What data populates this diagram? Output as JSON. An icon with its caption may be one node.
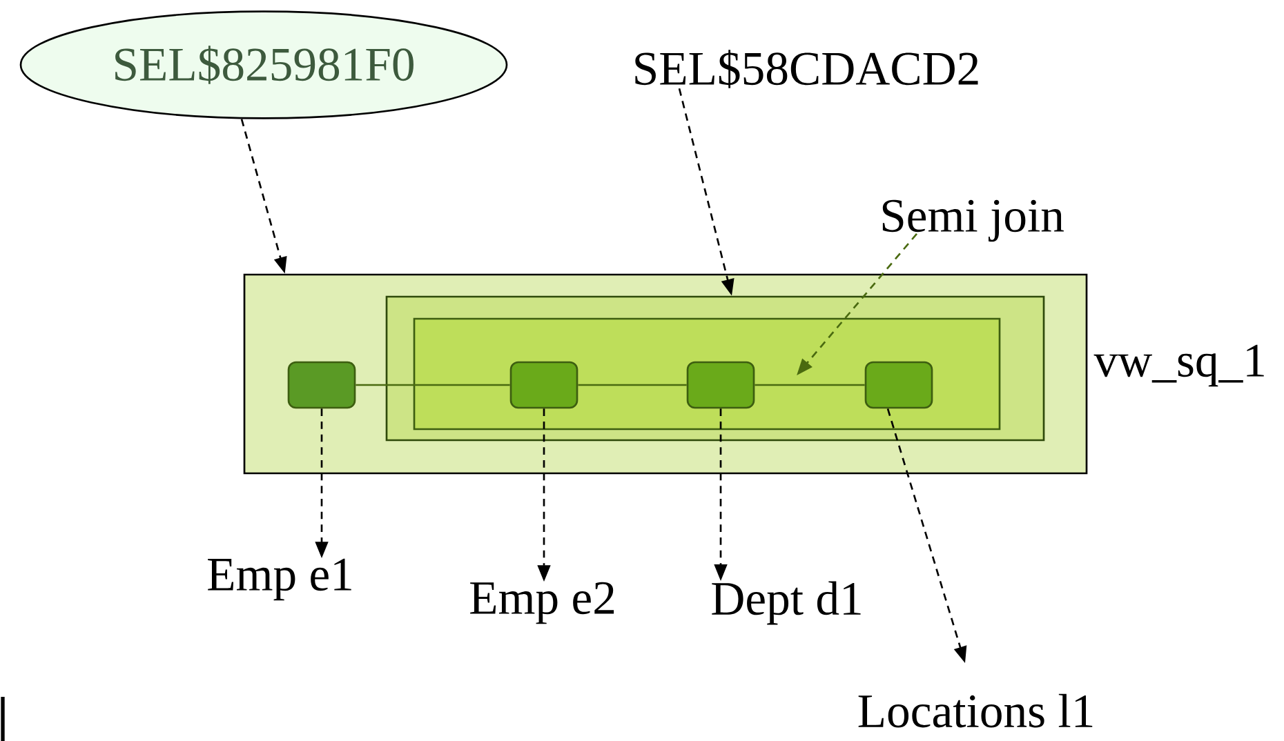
{
  "diagram": {
    "nodes": [
      {
        "text": [
          "SEL$825981F0"
        ]
      },
      {
        "text": [
          "SEL$58CDACD2"
        ]
      },
      {
        "text": [
          "Semi join"
        ]
      },
      {
        "text": [],
        "shape": "box"
      },
      {
        "text": [],
        "shape": "box",
        "in": 3,
        "beside": [
          "vw_sq_1"
        ]
      },
      {
        "text": [],
        "shape": "box",
        "in": 4
      },
      {
        "text": [],
        "shape": "box",
        "in": 3
      },
      {
        "text": [],
        "shape": "box",
        "in": 5
      },
      {
        "text": [],
        "shape": "box",
        "in": 5
      },
      {
        "text": [],
        "shape": "box",
        "in": 5
      },
      {
        "text": [
          "Emp e1"
        ]
      },
      {
        "text": [
          "Emp e2"
        ]
      },
      {
        "text": [
          "Dept d1"
        ]
      },
      {
        "text": [
          "Locations l1"
        ]
      }
    ],
    "edges": [
      {
        "from": 0,
        "to": 3,
        "arrow": "to",
        "style": "dashed"
      },
      {
        "from": 1,
        "to": 4,
        "arrow": "to",
        "style": "dashed"
      },
      {
        "from": 2,
        "to": null,
        "arrow": "to",
        "style": "dashed",
        "color": "#4a6a10"
      },
      {
        "from": 6,
        "to": 7,
        "arrow": "none",
        "color": "#4a6a10"
      },
      {
        "from": 7,
        "to": 8,
        "arrow": "none",
        "color": "#4a6a10"
      },
      {
        "from": 8,
        "to": 9,
        "arrow": "none",
        "color": "#4a6a10"
      },
      {
        "from": 6,
        "to": 10,
        "arrow": "to",
        "style": "dashed"
      },
      {
        "from": 7,
        "to": 11,
        "arrow": "to",
        "style": "dashed"
      },
      {
        "from": 8,
        "to": 12,
        "arrow": "to",
        "style": "dashed"
      },
      {
        "from": 9,
        "to": 13,
        "arrow": "to",
        "style": "dashed"
      }
    ]
  }
}
